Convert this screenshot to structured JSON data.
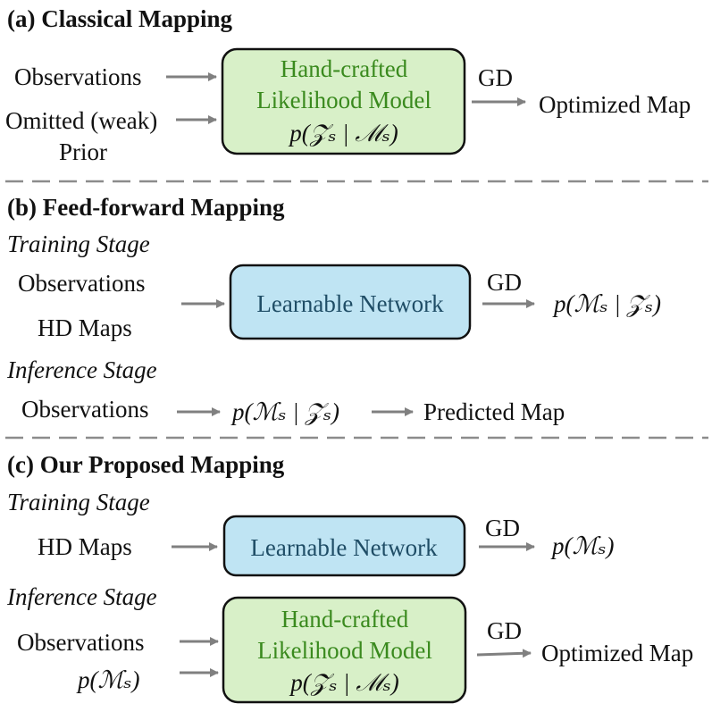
{
  "colors": {
    "green_box_fill": "#d8f0c8",
    "green_text": "#3a8a1e",
    "blue_box_fill": "#bfe4f3",
    "blue_text": "#1f4d66",
    "arrow": "#808080",
    "divider": "#8c8c8c"
  },
  "section_a": {
    "title": "(a) Classical Mapping",
    "input_observations": "Observations",
    "input_prior_line1": "Omitted (weak)",
    "input_prior_line2": "Prior",
    "box_line1": "Hand-crafted",
    "box_line2": "Likelihood Model",
    "box_formula": "p(𝒵ₛ | ℳₛ)",
    "arrow_label": "GD",
    "output": "Optimized Map"
  },
  "section_b": {
    "title": "(b) Feed-forward Mapping",
    "training_label": "Training Stage",
    "input_observations": "Observations",
    "input_hdmaps": "HD Maps",
    "box_label": "Learnable Network",
    "arrow_label": "GD",
    "output_formula": "p(ℳₛ | 𝒵ₛ)",
    "inference_label": "Inference Stage",
    "inf_input": "Observations",
    "inf_formula": "p(ℳₛ | 𝒵ₛ)",
    "inf_output": "Predicted Map"
  },
  "section_c": {
    "title": "(c) Our Proposed Mapping",
    "training_label": "Training Stage",
    "input_hdmaps": "HD Maps",
    "box_label": "Learnable Network",
    "arrow_label": "GD",
    "output_formula": "p(ℳₛ)",
    "inference_label": "Inference Stage",
    "inf_input_observations": "Observations",
    "inf_input_prior": "p(ℳₛ)",
    "box_line1": "Hand-crafted",
    "box_line2": "Likelihood Model",
    "box_formula": "p(𝒵ₛ | ℳₛ)",
    "inf_arrow_label": "GD",
    "inf_output": "Optimized Map"
  }
}
